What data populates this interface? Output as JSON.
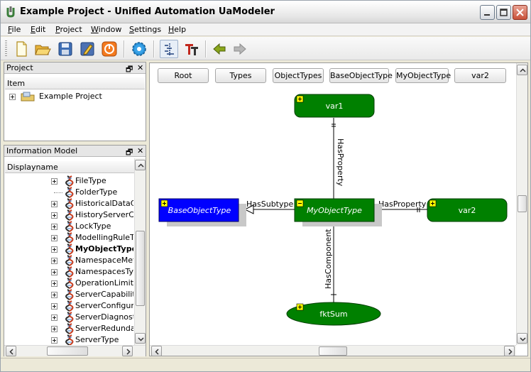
{
  "window": {
    "title": "Example Project - Unified Automation UaModeler"
  },
  "menu": {
    "items": [
      {
        "label": "File",
        "mnemonic": "F",
        "rest": "ile"
      },
      {
        "label": "Edit",
        "mnemonic": "E",
        "rest": "dit"
      },
      {
        "label": "Project",
        "mnemonic": "P",
        "rest": "roject"
      },
      {
        "label": "Window",
        "mnemonic": "W",
        "rest": "indow"
      },
      {
        "label": "Settings",
        "mnemonic": "S",
        "rest": "ettings"
      },
      {
        "label": "Help",
        "mnemonic": "H",
        "rest": "elp"
      }
    ]
  },
  "toolbar": {
    "icons": [
      "new-file-icon",
      "open-folder-icon",
      "save-icon",
      "edit-icon",
      "power-icon",
      "settings-gear-icon",
      "tree-layout-icon",
      "type-tool-icon",
      "back-arrow-icon",
      "forward-arrow-icon"
    ]
  },
  "project_panel": {
    "title": "Project",
    "restore_glyph": "🗗",
    "close_glyph": "✕",
    "column": "Item",
    "items": [
      {
        "label": "Example Project"
      }
    ]
  },
  "info_panel": {
    "title": "Information Model",
    "restore_glyph": "🗗",
    "close_glyph": "✕",
    "column": "Displayname",
    "items": [
      {
        "label": "FileType",
        "expandable": true,
        "bold": false
      },
      {
        "label": "FolderType",
        "expandable": false,
        "bold": false
      },
      {
        "label": "HistoricalDataCo...",
        "expandable": true,
        "bold": false
      },
      {
        "label": "HistoryServerCa...",
        "expandable": true,
        "bold": false
      },
      {
        "label": "LockType",
        "expandable": true,
        "bold": false
      },
      {
        "label": "ModellingRuleType",
        "expandable": true,
        "bold": false
      },
      {
        "label": "MyObjectType",
        "expandable": true,
        "bold": true
      },
      {
        "label": "NamespaceMeta...",
        "expandable": true,
        "bold": false
      },
      {
        "label": "NamespacesType",
        "expandable": true,
        "bold": false
      },
      {
        "label": "OperationLimitsT...",
        "expandable": true,
        "bold": false
      },
      {
        "label": "ServerCapabiliti...",
        "expandable": true,
        "bold": false
      },
      {
        "label": "ServerConfigura...",
        "expandable": true,
        "bold": false
      },
      {
        "label": "ServerDiagnosti...",
        "expandable": true,
        "bold": false
      },
      {
        "label": "ServerRedunda...",
        "expandable": true,
        "bold": false
      },
      {
        "label": "ServerType",
        "expandable": true,
        "bold": false
      }
    ]
  },
  "diagram": {
    "breadcrumbs": [
      "Root",
      "Types",
      "ObjectTypes",
      "BaseObjectType",
      "MyObjectType",
      "var2"
    ],
    "nodes": {
      "var1": "var1",
      "base": "BaseObjectType",
      "myobj": "MyObjectType",
      "var2": "var2",
      "fktsum": "fktSum"
    },
    "edges": {
      "has_property_top": "HasProperty",
      "has_subtype": "HasSubtype",
      "has_property_right": "HasProperty",
      "has_component": "HasComponent"
    },
    "colors": {
      "node_green": "#008000",
      "node_blue": "#0000ff",
      "node_text": "#ffffff"
    }
  }
}
